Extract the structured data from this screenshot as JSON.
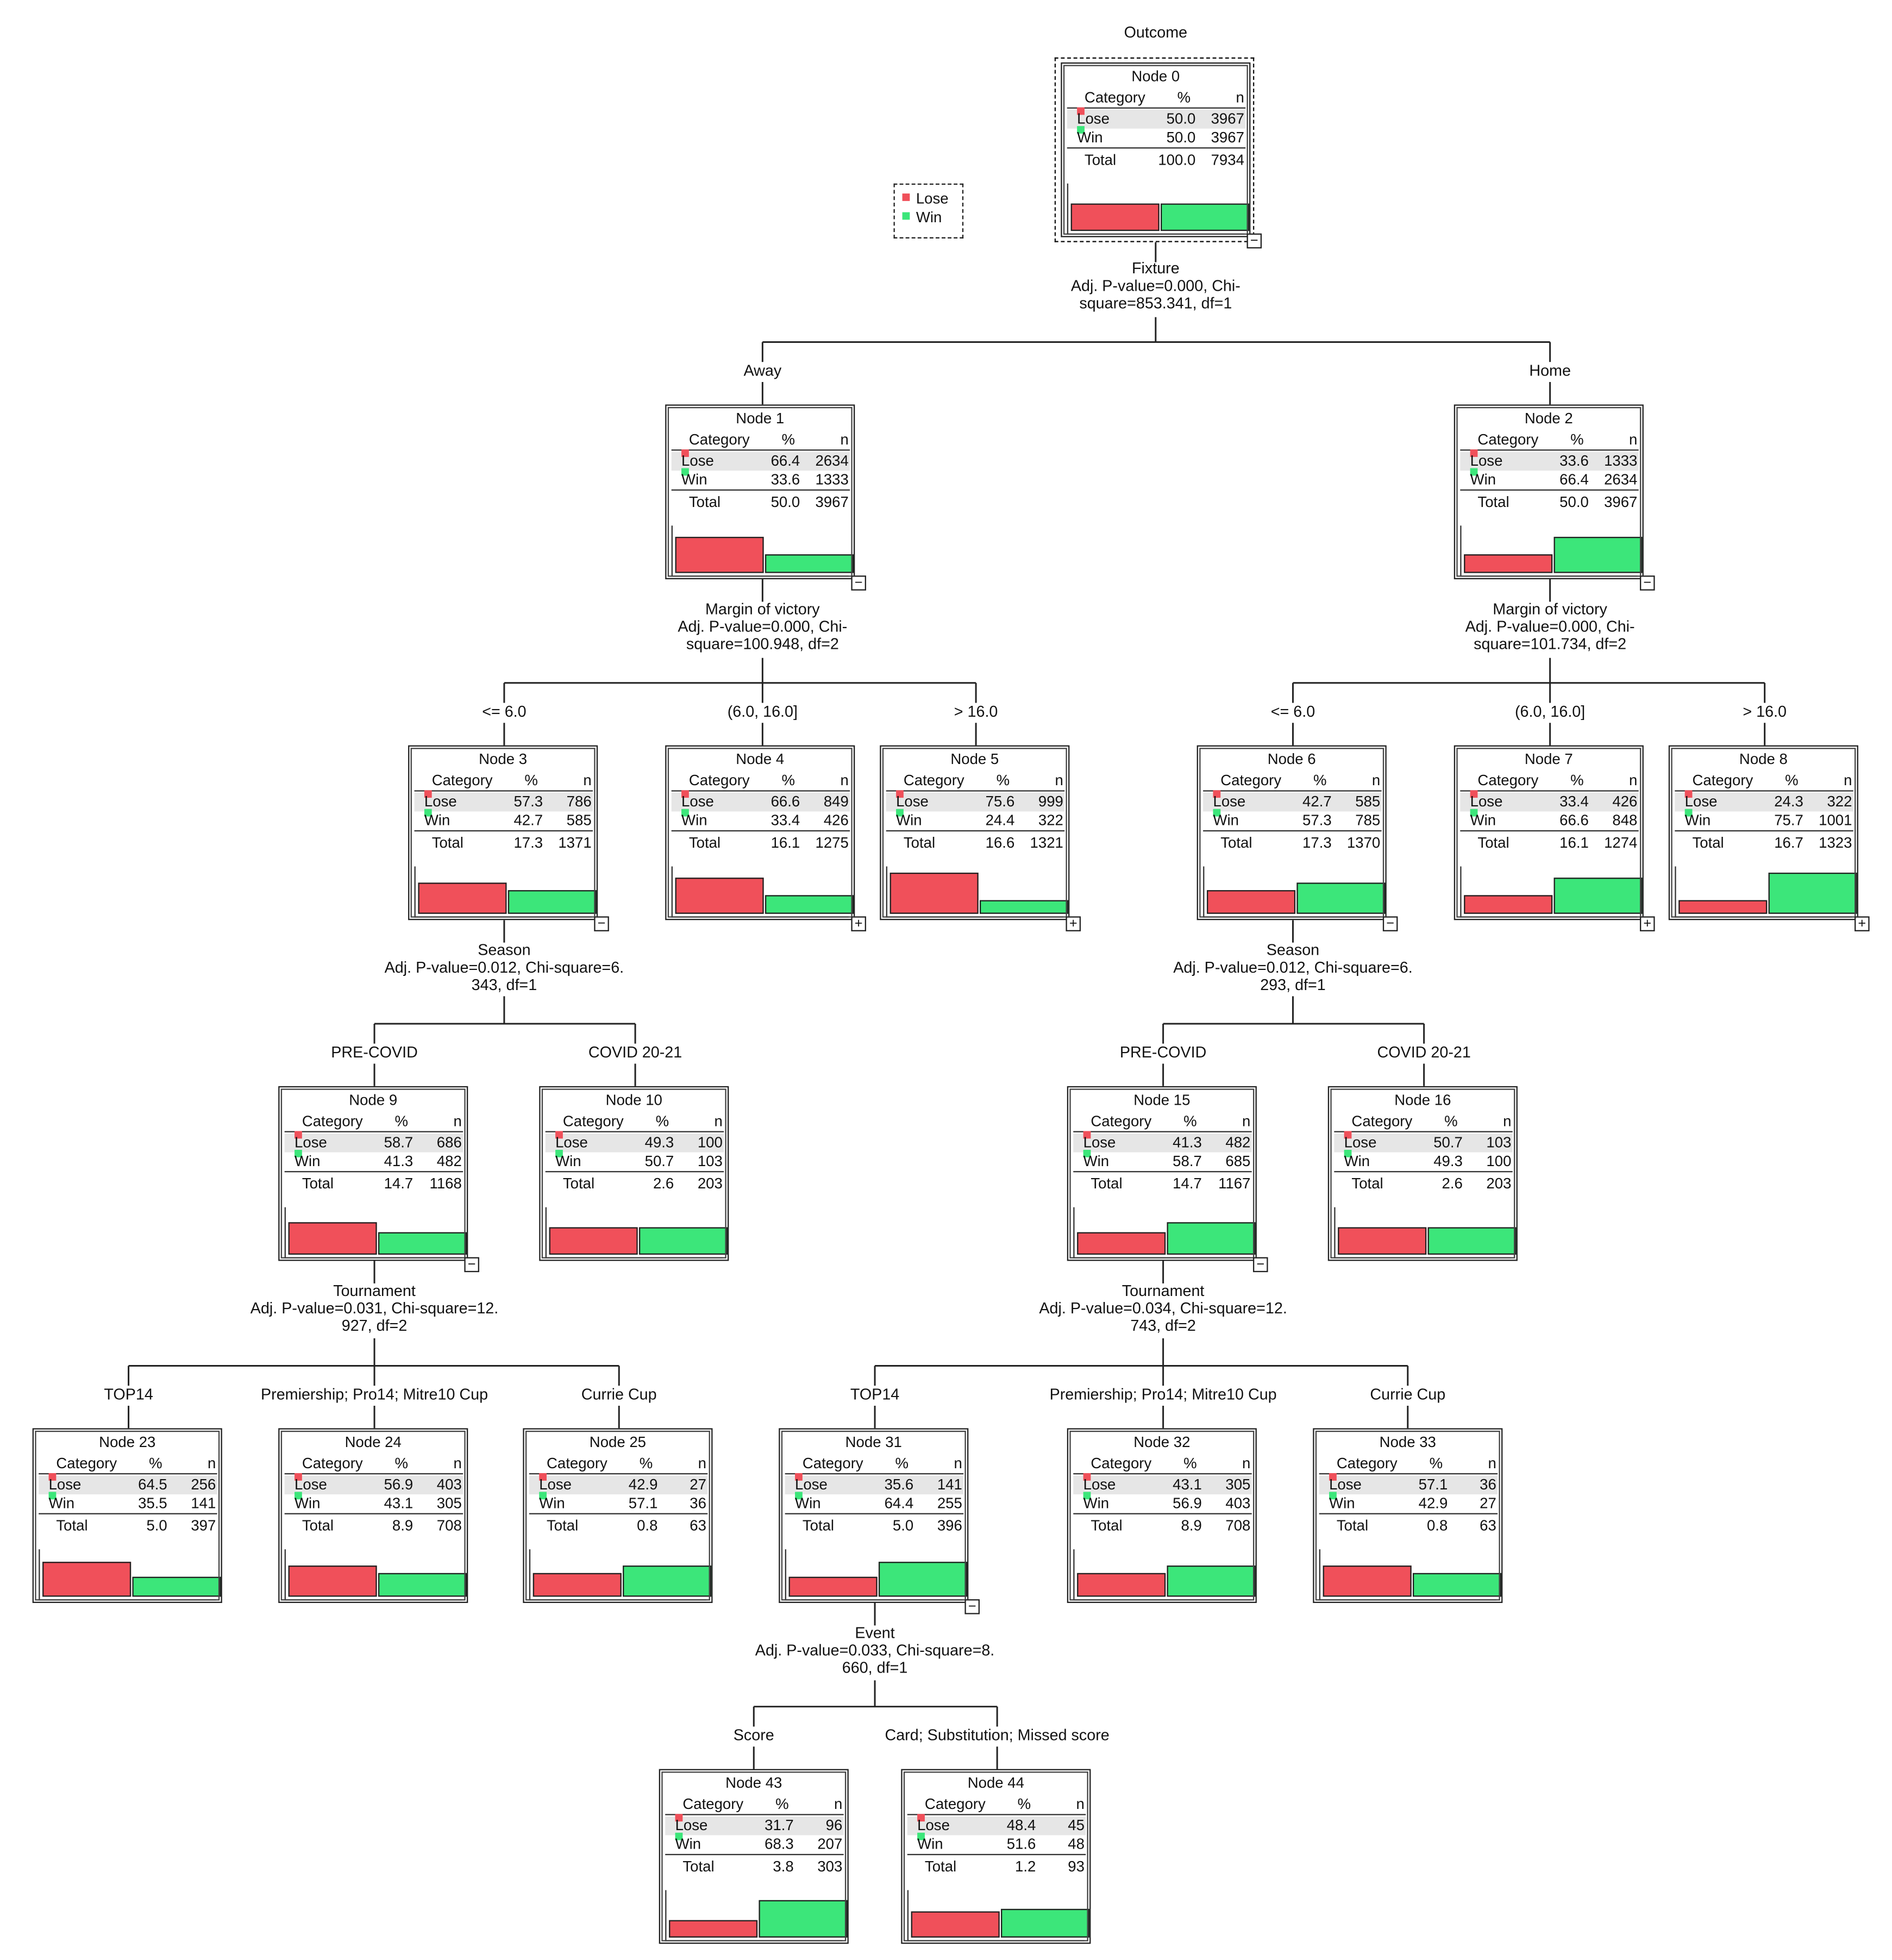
{
  "colors": {
    "lose": "#f0505a",
    "win": "#3ce67a"
  },
  "target": "Outcome",
  "legend": [
    {
      "name": "Lose"
    },
    {
      "name": "Win"
    }
  ],
  "table_header": {
    "category": "Category",
    "pct": "%",
    "n": "n"
  },
  "total_label": "Total",
  "nodes": {
    "n0": {
      "title": "Node 0",
      "lose_pct": "50.0",
      "lose_n": "3967",
      "win_pct": "50.0",
      "win_n": "3967",
      "total_pct": "100.0",
      "total_n": "7934",
      "toggle": "−"
    },
    "n1": {
      "title": "Node 1",
      "lose_pct": "66.4",
      "lose_n": "2634",
      "win_pct": "33.6",
      "win_n": "1333",
      "total_pct": "50.0",
      "total_n": "3967",
      "toggle": "−"
    },
    "n2": {
      "title": "Node 2",
      "lose_pct": "33.6",
      "lose_n": "1333",
      "win_pct": "66.4",
      "win_n": "2634",
      "total_pct": "50.0",
      "total_n": "3967",
      "toggle": "−"
    },
    "n3": {
      "title": "Node 3",
      "lose_pct": "57.3",
      "lose_n": "786",
      "win_pct": "42.7",
      "win_n": "585",
      "total_pct": "17.3",
      "total_n": "1371",
      "toggle": "−"
    },
    "n4": {
      "title": "Node 4",
      "lose_pct": "66.6",
      "lose_n": "849",
      "win_pct": "33.4",
      "win_n": "426",
      "total_pct": "16.1",
      "total_n": "1275",
      "toggle": "+"
    },
    "n5": {
      "title": "Node 5",
      "lose_pct": "75.6",
      "lose_n": "999",
      "win_pct": "24.4",
      "win_n": "322",
      "total_pct": "16.6",
      "total_n": "1321",
      "toggle": "+"
    },
    "n6": {
      "title": "Node 6",
      "lose_pct": "42.7",
      "lose_n": "585",
      "win_pct": "57.3",
      "win_n": "785",
      "total_pct": "17.3",
      "total_n": "1370",
      "toggle": "−"
    },
    "n7": {
      "title": "Node 7",
      "lose_pct": "33.4",
      "lose_n": "426",
      "win_pct": "66.6",
      "win_n": "848",
      "total_pct": "16.1",
      "total_n": "1274",
      "toggle": "+"
    },
    "n8": {
      "title": "Node 8",
      "lose_pct": "24.3",
      "lose_n": "322",
      "win_pct": "75.7",
      "win_n": "1001",
      "total_pct": "16.7",
      "total_n": "1323",
      "toggle": "+"
    },
    "n9": {
      "title": "Node 9",
      "lose_pct": "58.7",
      "lose_n": "686",
      "win_pct": "41.3",
      "win_n": "482",
      "total_pct": "14.7",
      "total_n": "1168",
      "toggle": "−"
    },
    "n10": {
      "title": "Node 10",
      "lose_pct": "49.3",
      "lose_n": "100",
      "win_pct": "50.7",
      "win_n": "103",
      "total_pct": "2.6",
      "total_n": "203",
      "toggle": ""
    },
    "n15": {
      "title": "Node 15",
      "lose_pct": "41.3",
      "lose_n": "482",
      "win_pct": "58.7",
      "win_n": "685",
      "total_pct": "14.7",
      "total_n": "1167",
      "toggle": "−"
    },
    "n16": {
      "title": "Node 16",
      "lose_pct": "50.7",
      "lose_n": "103",
      "win_pct": "49.3",
      "win_n": "100",
      "total_pct": "2.6",
      "total_n": "203",
      "toggle": ""
    },
    "n23": {
      "title": "Node 23",
      "lose_pct": "64.5",
      "lose_n": "256",
      "win_pct": "35.5",
      "win_n": "141",
      "total_pct": "5.0",
      "total_n": "397",
      "toggle": ""
    },
    "n24": {
      "title": "Node 24",
      "lose_pct": "56.9",
      "lose_n": "403",
      "win_pct": "43.1",
      "win_n": "305",
      "total_pct": "8.9",
      "total_n": "708",
      "toggle": ""
    },
    "n25": {
      "title": "Node 25",
      "lose_pct": "42.9",
      "lose_n": "27",
      "win_pct": "57.1",
      "win_n": "36",
      "total_pct": "0.8",
      "total_n": "63",
      "toggle": ""
    },
    "n31": {
      "title": "Node 31",
      "lose_pct": "35.6",
      "lose_n": "141",
      "win_pct": "64.4",
      "win_n": "255",
      "total_pct": "5.0",
      "total_n": "396",
      "toggle": "−"
    },
    "n32": {
      "title": "Node 32",
      "lose_pct": "43.1",
      "lose_n": "305",
      "win_pct": "56.9",
      "win_n": "403",
      "total_pct": "8.9",
      "total_n": "708",
      "toggle": ""
    },
    "n33": {
      "title": "Node 33",
      "lose_pct": "57.1",
      "lose_n": "36",
      "win_pct": "42.9",
      "win_n": "27",
      "total_pct": "0.8",
      "total_n": "63",
      "toggle": ""
    },
    "n43": {
      "title": "Node 43",
      "lose_pct": "31.7",
      "lose_n": "96",
      "win_pct": "68.3",
      "win_n": "207",
      "total_pct": "3.8",
      "total_n": "303",
      "toggle": ""
    },
    "n44": {
      "title": "Node 44",
      "lose_pct": "48.4",
      "lose_n": "45",
      "win_pct": "51.6",
      "win_n": "48",
      "total_pct": "1.2",
      "total_n": "93",
      "toggle": ""
    }
  },
  "splits": {
    "s0": {
      "var": "Fixture",
      "l1": "Adj. P-value=0.000, Chi-",
      "l2": "square=853.341, df=1"
    },
    "s1": {
      "var": "Margin of victory",
      "l1": "Adj. P-value=0.000, Chi-",
      "l2": "square=100.948, df=2"
    },
    "s2": {
      "var": "Margin of victory",
      "l1": "Adj. P-value=0.000, Chi-",
      "l2": "square=101.734, df=2"
    },
    "s3": {
      "var": "Season",
      "l1": "Adj. P-value=0.012, Chi-square=6.",
      "l2": "343, df=1"
    },
    "s6": {
      "var": "Season",
      "l1": "Adj. P-value=0.012, Chi-square=6.",
      "l2": "293, df=1"
    },
    "s9": {
      "var": "Tournament",
      "l1": "Adj. P-value=0.031, Chi-square=12.",
      "l2": "927, df=2"
    },
    "s15": {
      "var": "Tournament",
      "l1": "Adj. P-value=0.034, Chi-square=12.",
      "l2": "743, df=2"
    },
    "s31": {
      "var": "Event",
      "l1": "Adj. P-value=0.033, Chi-square=8.",
      "l2": "660, df=1"
    }
  },
  "edges": {
    "away": "Away",
    "home": "Home",
    "e3": "<= 6.0",
    "e4": "(6.0, 16.0]",
    "e5": "> 16.0",
    "e6": "<= 6.0",
    "e7": "(6.0, 16.0]",
    "e8": "> 16.0",
    "e9": "PRE-COVID",
    "e10": "COVID 20-21",
    "e15": "PRE-COVID",
    "e16": "COVID 20-21",
    "e23": "TOP14",
    "e24": "Premiership; Pro14; Mitre10 Cup",
    "e25": "Currie Cup",
    "e31": "TOP14",
    "e32": "Premiership; Pro14; Mitre10 Cup",
    "e33": "Currie Cup",
    "e43": "Score",
    "e44": "Card; Substitution; Missed score"
  }
}
